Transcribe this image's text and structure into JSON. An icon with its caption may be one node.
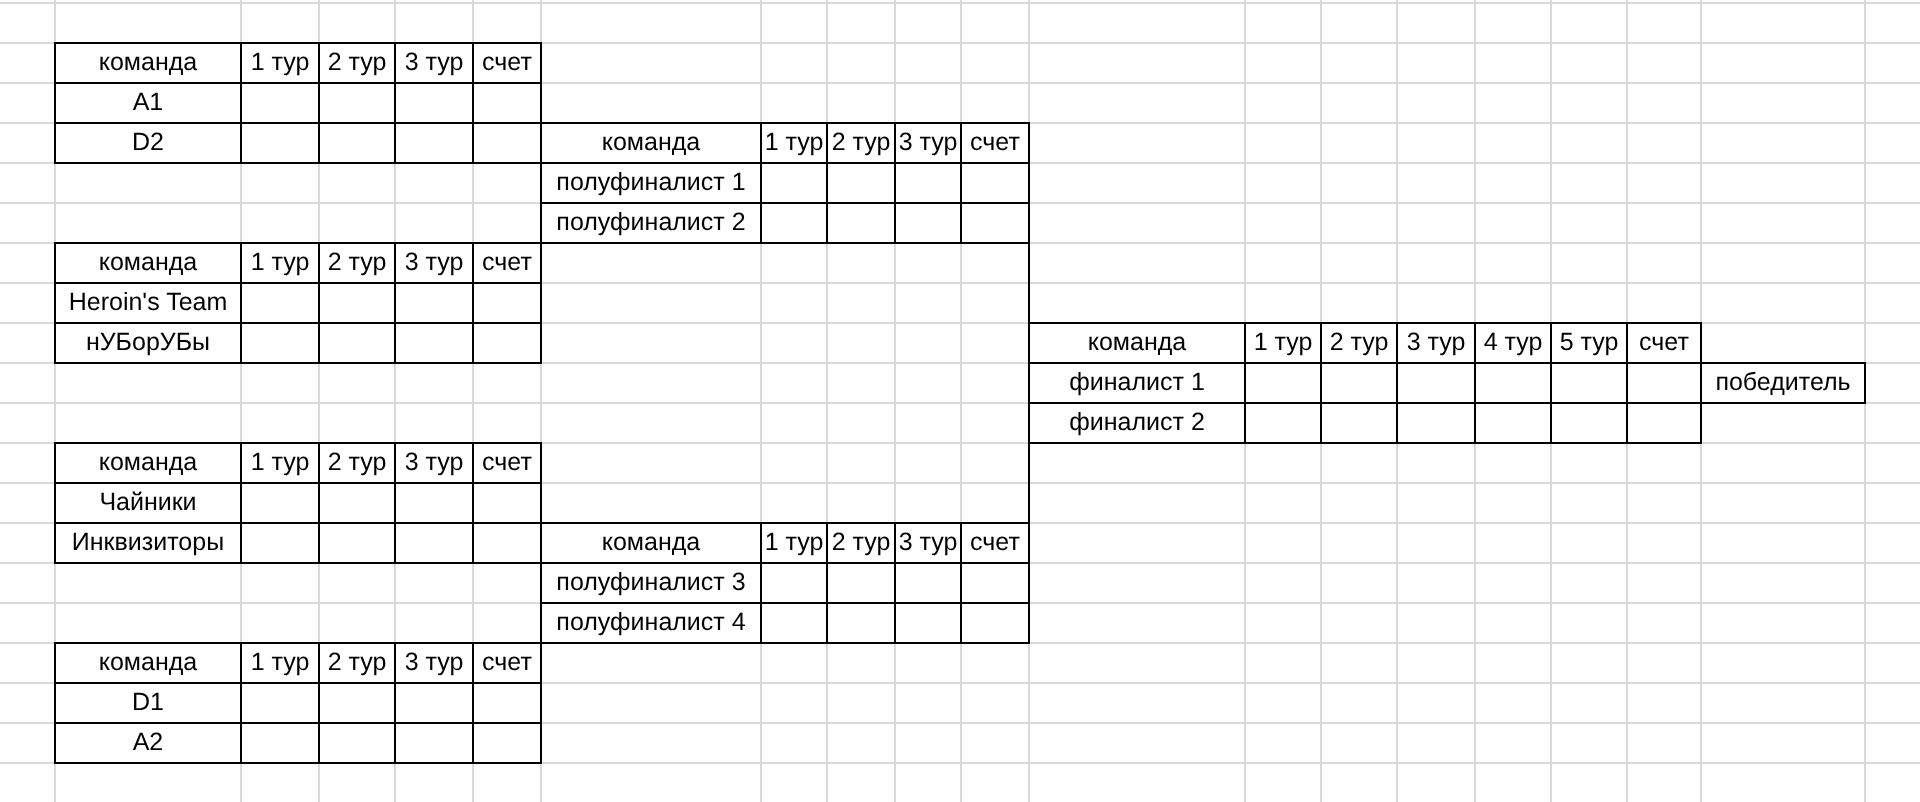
{
  "diagram": {
    "nodes": [
      {
        "text": [
          "команда",
          "1 тур",
          "2 тур",
          "3 тур",
          "счет",
          "A1",
          "D2"
        ]
      },
      {
        "text": [
          "команда",
          "1 тур",
          "2 тур",
          "3 тур",
          "счет",
          "полуфиналист 1",
          "полуфиналист 2"
        ]
      },
      {
        "text": [
          "команда",
          "1 тур",
          "2 тур",
          "3 тур",
          "счет",
          "Heroin's Team",
          "нУБорУБы"
        ]
      },
      {
        "text": [
          "команда",
          "1 тур",
          "2 тур",
          "3 тур",
          "4 тур",
          "5 тур",
          "счет",
          "финалист 1",
          "финалист 2"
        ]
      },
      {
        "text": [
          "победитель"
        ]
      },
      {
        "text": [
          "команда",
          "1 тур",
          "2 тур",
          "3 тур",
          "счет",
          "Чайники",
          "Инквизиторы"
        ]
      },
      {
        "text": [
          "команда",
          "1 тур",
          "2 тур",
          "3 тур",
          "счет",
          "полуфиналист 3",
          "полуфиналист 4"
        ]
      },
      {
        "text": [
          "команда",
          "1 тур",
          "2 тур",
          "3 тур",
          "счет",
          "D1",
          "A2"
        ]
      }
    ],
    "edges": [
      {
        "from": 1,
        "to": 3,
        "arrow": "none"
      },
      {
        "from": 6,
        "to": 3,
        "arrow": "none"
      }
    ]
  }
}
